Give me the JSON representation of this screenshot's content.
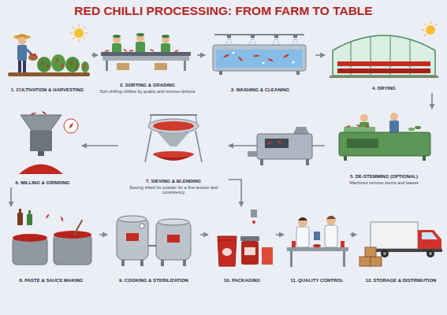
{
  "diagram": {
    "title": "RED CHILLI PROCESSING: FROM FARM TO TABLE",
    "nodes": [
      {
        "text": [
          "1. CULTIVATION & HARVESTING"
        ]
      },
      {
        "text": [
          "2. SORTING & GRADING",
          "Sort chilling chillies by quality and remove defects"
        ]
      },
      {
        "text": [
          "3. WASHING & CLEANING"
        ]
      },
      {
        "text": [
          "4. DRYING"
        ]
      },
      {
        "text": [
          "5. DE-STEMMING (OPTIONAL)",
          "Machines remove stems and leaves"
        ]
      },
      {
        "text": [
          "6. MILLING & GRINDING"
        ]
      },
      {
        "text": [
          "7. SIEVING & BLENDING",
          "Sieving sifted for powder for a fine texture and consistency"
        ]
      },
      {
        "text": [
          "8. PASTE & SAUCE MAKING"
        ]
      },
      {
        "text": [
          "9. COOKING & STERILIZATION"
        ]
      },
      {
        "text": [
          "10. PACKAGING"
        ]
      },
      {
        "text": [
          "11. QUALITY CONTROL"
        ]
      },
      {
        "text": [
          "12. STORAGE & DISTRIBUTION"
        ]
      }
    ],
    "edges": [
      {
        "from": 0,
        "to": 1,
        "arrow": "to"
      },
      {
        "from": 1,
        "to": 2,
        "arrow": "to"
      },
      {
        "from": 2,
        "to": 3,
        "arrow": "to"
      },
      {
        "from": 3,
        "to": 4,
        "arrow": "to"
      },
      {
        "from": 4,
        "to": 6,
        "arrow": "to"
      },
      {
        "from": 6,
        "to": 5,
        "arrow": "to"
      },
      {
        "from": 5,
        "to": 7,
        "arrow": "to"
      },
      {
        "from": 6,
        "to": 9,
        "arrow": "to"
      },
      {
        "from": 7,
        "to": 8,
        "arrow": "to"
      },
      {
        "from": 8,
        "to": 9,
        "arrow": "to"
      },
      {
        "from": 9,
        "to": 10,
        "arrow": "to"
      },
      {
        "from": 10,
        "to": 11,
        "arrow": "to"
      }
    ]
  }
}
